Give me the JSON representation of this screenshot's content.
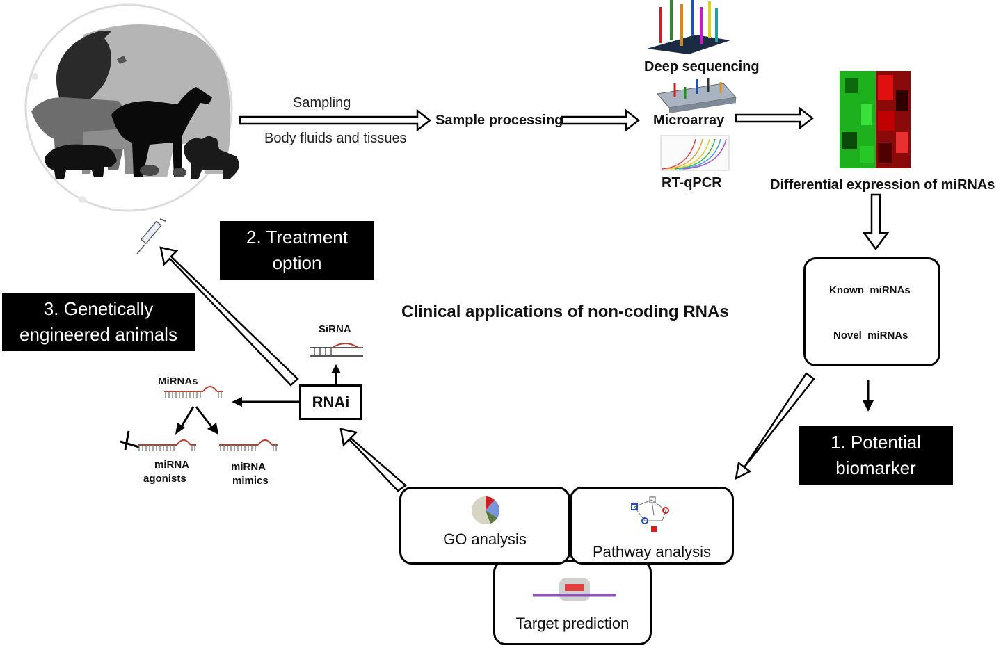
{
  "title": "Clinical applications of non-coding RNAs",
  "flow": {
    "sampling": "Sampling",
    "body_fluids": "Body fluids and tissues",
    "sample_processing": "Sample processing",
    "deep_sequencing": "Deep sequencing",
    "microarray": "Microarray",
    "rt_qpcr": "RT-qPCR",
    "differential_expression": "Differential expression of miRNAs"
  },
  "mirna_box": {
    "known": "Known  miRNAs",
    "novel": "Novel  miRNAs"
  },
  "outcomes": {
    "biomarker": "1. Potential biomarker",
    "treatment": "2. Treatment option",
    "engineered": "3. Genetically engineered  animals"
  },
  "analysis": {
    "go": "GO analysis",
    "pathway": "Pathway analysis",
    "target": "Target prediction"
  },
  "rnai": {
    "label": "RNAi",
    "sirna": "SiRNA",
    "mirnas": "MiRNAs",
    "agonists_line1": "miRNA",
    "agonists_line2": "agonists",
    "mimics_line1": "miRNA",
    "mimics_line2": "mimics"
  },
  "colors": {
    "hairpin_red": "#c0392b",
    "heatmap_green": "#1db21d",
    "heatmap_red": "#d01010",
    "silhouette_dark": "#1a1a1a",
    "silhouette_mid": "#6d6d6d",
    "silhouette_light": "#b5b5b5"
  }
}
